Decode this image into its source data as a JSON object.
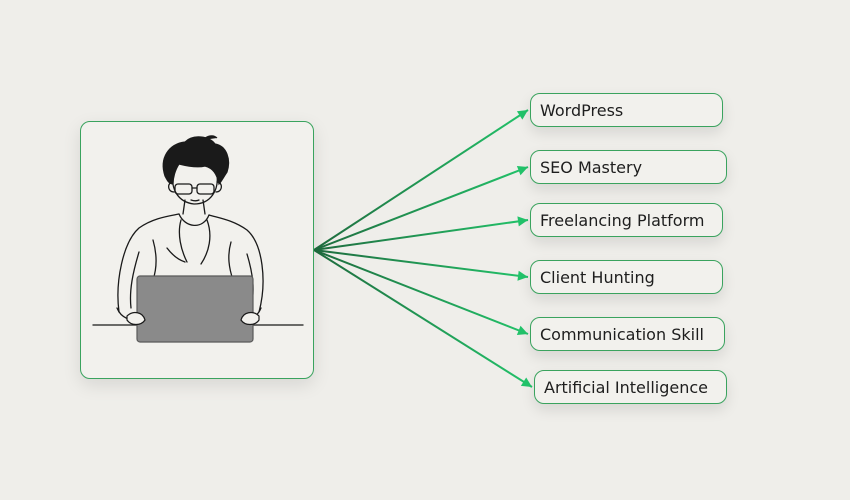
{
  "skills": [
    {
      "label": "WordPress"
    },
    {
      "label": "SEO Mastery"
    },
    {
      "label": "Freelancing Platform"
    },
    {
      "label": "Client Hunting"
    },
    {
      "label": "Communication Skill"
    },
    {
      "label": "Artificial Intelligence"
    }
  ],
  "colors": {
    "background": "#efeeea",
    "card_border": "#3aa35e",
    "arrow_dark": "#1f6b3e",
    "arrow_light": "#22c36a",
    "laptop": "#8a8a8a"
  },
  "icons": {
    "person": "person-at-laptop-illustration"
  }
}
